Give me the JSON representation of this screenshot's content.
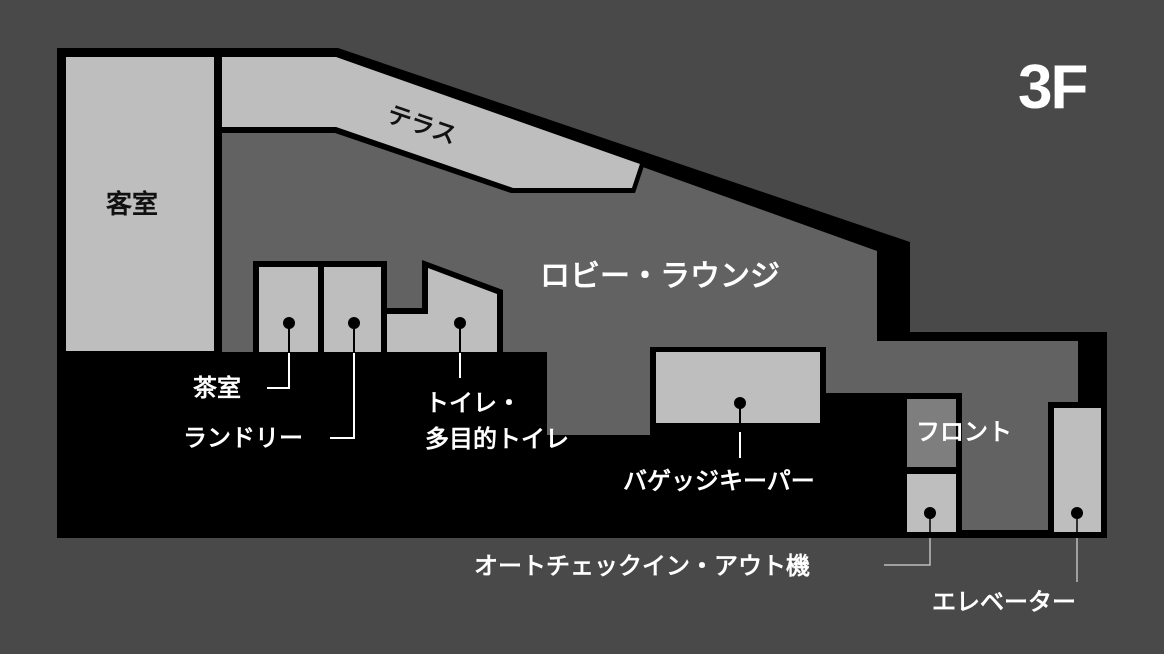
{
  "floor": {
    "label": "3F"
  },
  "colors": {
    "background": "#494949",
    "wall": "#000000",
    "floor": "#626262",
    "room": "#bebebe",
    "front_desk": "#7e7e7e",
    "text_on_dark": "#ffffff",
    "text_on_light": "#111111",
    "leader_line_inside": "#ffffff",
    "leader_line_outside": "#bebebe"
  },
  "rooms": {
    "guest_room": {
      "label": "客室"
    },
    "terrace": {
      "label": "テラス"
    },
    "lobby_lounge": {
      "label": "ロビー・ラウンジ"
    },
    "front": {
      "label": "フロント"
    }
  },
  "callouts": {
    "tea_room": {
      "label": "茶室"
    },
    "laundry": {
      "label": "ランドリー"
    },
    "toilet": {
      "line1": "トイレ・",
      "line2": "多目的トイレ"
    },
    "baggage_keeper": {
      "label": "バゲッジキーパー"
    },
    "auto_checkin": {
      "label": "オートチェックイン・アウト機"
    },
    "elevator": {
      "label": "エレベーター"
    }
  }
}
